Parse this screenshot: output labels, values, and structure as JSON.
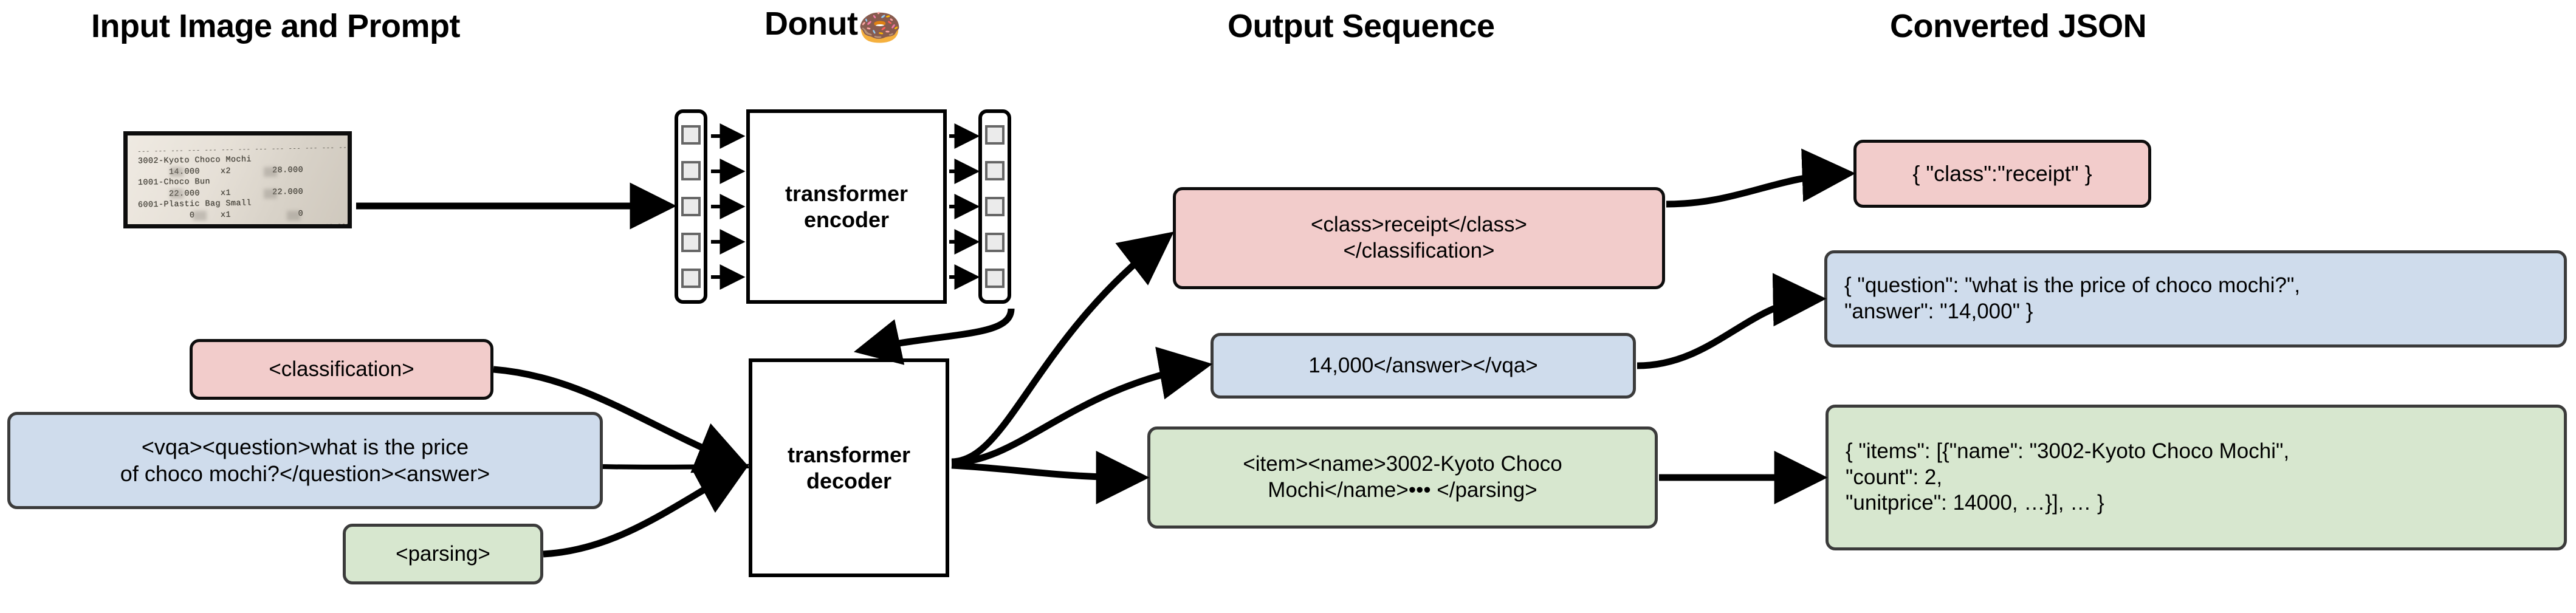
{
  "titles": {
    "input": "Input Image and Prompt",
    "donut": "Donut",
    "donut_emoji": "🍩",
    "output": "Output Sequence",
    "json": "Converted JSON"
  },
  "receipt": {
    "top_rule": "--- --- --- --- --- --- --- --- --- --- --- --- --- --- --- --- --- --- --- --- --- --- --- --- --- --- --- ---",
    "bottom_rule": "--- --- --- --- --- --- --- --- --- --- --- --- --- --- --- --- --- --- --- --- --- --- --- --- --- --- --- ---",
    "lines": [
      "3002-Kyoto Choco Mochi",
      "      14.000    x2        28.000",
      "1001-Choco Bun",
      "      22.000    x1        22.000",
      "6001-Plastic Bag Small",
      "          0     x1             0"
    ],
    "items": [
      {
        "name": "3002-Kyoto Choco Mochi",
        "unitprice": "14.000",
        "count": "x2",
        "price": "28.000"
      },
      {
        "name": "1001-Choco Bun",
        "unitprice": "22.000",
        "count": "x1",
        "price": "22.000"
      },
      {
        "name": "6001-Plastic Bag Small",
        "unitprice": "0",
        "count": "x1",
        "price": "0"
      }
    ]
  },
  "model": {
    "encoder_label": "transformer\nencoder",
    "decoder_label": "transformer\ndecoder",
    "encoder_input_tokens": 5,
    "encoder_output_tokens": 5
  },
  "prompts": [
    {
      "id": "classification",
      "text": "<classification>",
      "color": "#f2cccb"
    },
    {
      "id": "vqa",
      "text": "<vqa><question>what is the price\nof choco mochi?</question><answer>",
      "color": "#cfdcec"
    },
    {
      "id": "parsing",
      "text": "<parsing>",
      "color": "#d7e7cf"
    }
  ],
  "output_sequence": [
    {
      "id": "classification",
      "text": "<class>receipt</class>\n</classification>",
      "color": "#f2cccb"
    },
    {
      "id": "vqa",
      "text": "14,000</answer></vqa>",
      "color": "#cfdcec"
    },
    {
      "id": "parsing",
      "text": "<item><name>3002-Kyoto Choco\nMochi</name>••• </parsing>",
      "color": "#d7e7cf"
    }
  ],
  "converted_json": [
    {
      "id": "classification",
      "text": "{ \"class\":\"receipt\" }",
      "color": "#f2cccb"
    },
    {
      "id": "vqa",
      "text": "{ \"question\": \"what is the price of choco mochi?\",\n   \"answer\": \"14,000\" }",
      "color": "#cfdcec"
    },
    {
      "id": "parsing",
      "text": "{ \"items\": [{\"name\": \"3002-Kyoto Choco Mochi\",\n     \"count\": 2,\n     \"unitprice\": 14000, …}], … }",
      "color": "#d7e7cf"
    }
  ],
  "colors": {
    "pink": "#f2cccb",
    "blue": "#cfdcec",
    "green": "#d7e7cf",
    "node_border": "#3b3b3b",
    "stroke": "#000000",
    "token_fill": "#ebebeb",
    "token_border": "#666666",
    "background": "#ffffff"
  }
}
